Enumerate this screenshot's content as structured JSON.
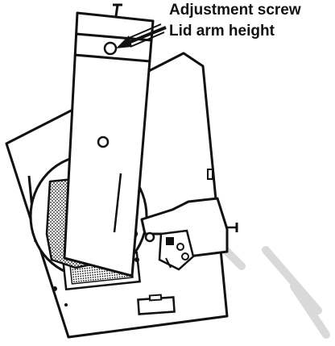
{
  "figure": {
    "callouts": [
      {
        "id": "adjustment",
        "text": "Adjustment screw"
      },
      {
        "id": "lid-arm",
        "text": "Lid arm height"
      }
    ],
    "ink_color": "#111111",
    "paper_color": "#ffffff",
    "faint_mark_color": "#d9d9d9"
  }
}
